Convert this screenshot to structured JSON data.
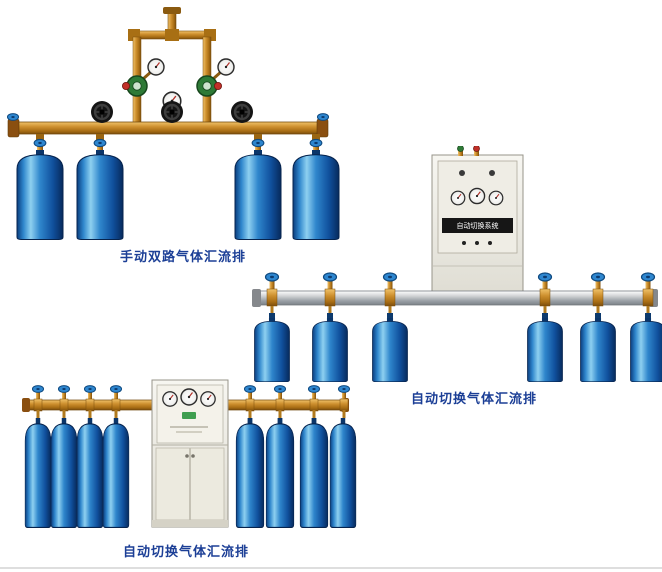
{
  "page": {
    "background": "#ffffff",
    "caption_color": "#1c3f96"
  },
  "products": [
    {
      "caption": "手动双路气体汇流排",
      "cylinder_count": 4
    },
    {
      "caption": "自动切换气体汇流排",
      "cabinet_label": "自动切换系统",
      "cylinder_count": 6
    },
    {
      "caption": "自动切换气体汇流排",
      "cylinder_count": 8
    }
  ],
  "colors": {
    "cylinder_blue": "#2f86cc",
    "cylinder_dark": "#0a3d7e",
    "brass": "#c88a2a",
    "steel_pipe": "#c0c4c8",
    "cabinet_body": "#efede5",
    "valve_handle_blue": "#2e86cf",
    "regulator_green": "#2e7a36",
    "caption_text": "#1c3f96"
  }
}
